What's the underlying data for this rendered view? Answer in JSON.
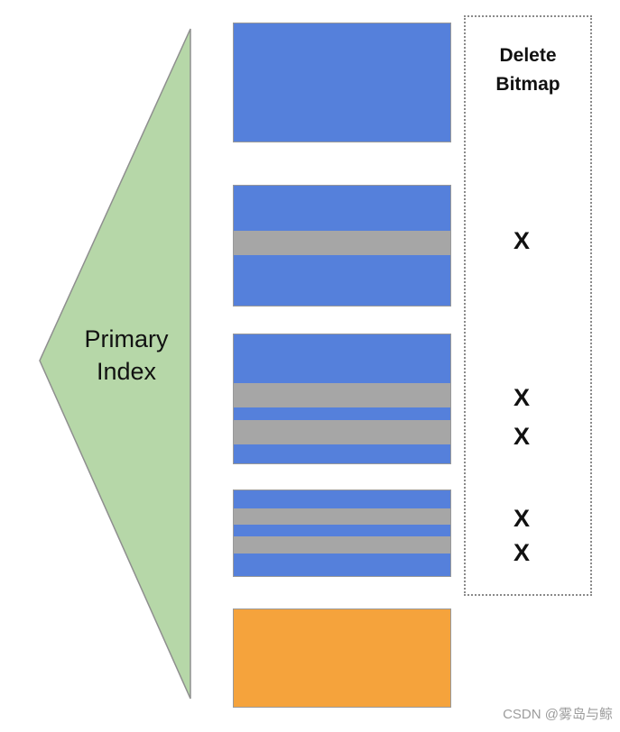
{
  "primary_index": {
    "label": "Primary Index"
  },
  "delete_bitmap": {
    "title": "Delete Bitmap",
    "marks": [
      "X",
      "X",
      "X",
      "X",
      "X"
    ]
  },
  "watermark": {
    "text": "CSDN @雾岛与鲸"
  },
  "colors": {
    "triangle_fill": "#b6d7a8",
    "triangle_stroke": "#8f8f8f",
    "block_blue": "#5580db",
    "deleted_stripe_gray": "#a6a6a6",
    "new_block_orange": "#f5a33c",
    "block_border": "#999999",
    "bitmap_border": "#8a8a8a",
    "text_black": "#111111",
    "watermark_gray": "#9c9c9c"
  }
}
